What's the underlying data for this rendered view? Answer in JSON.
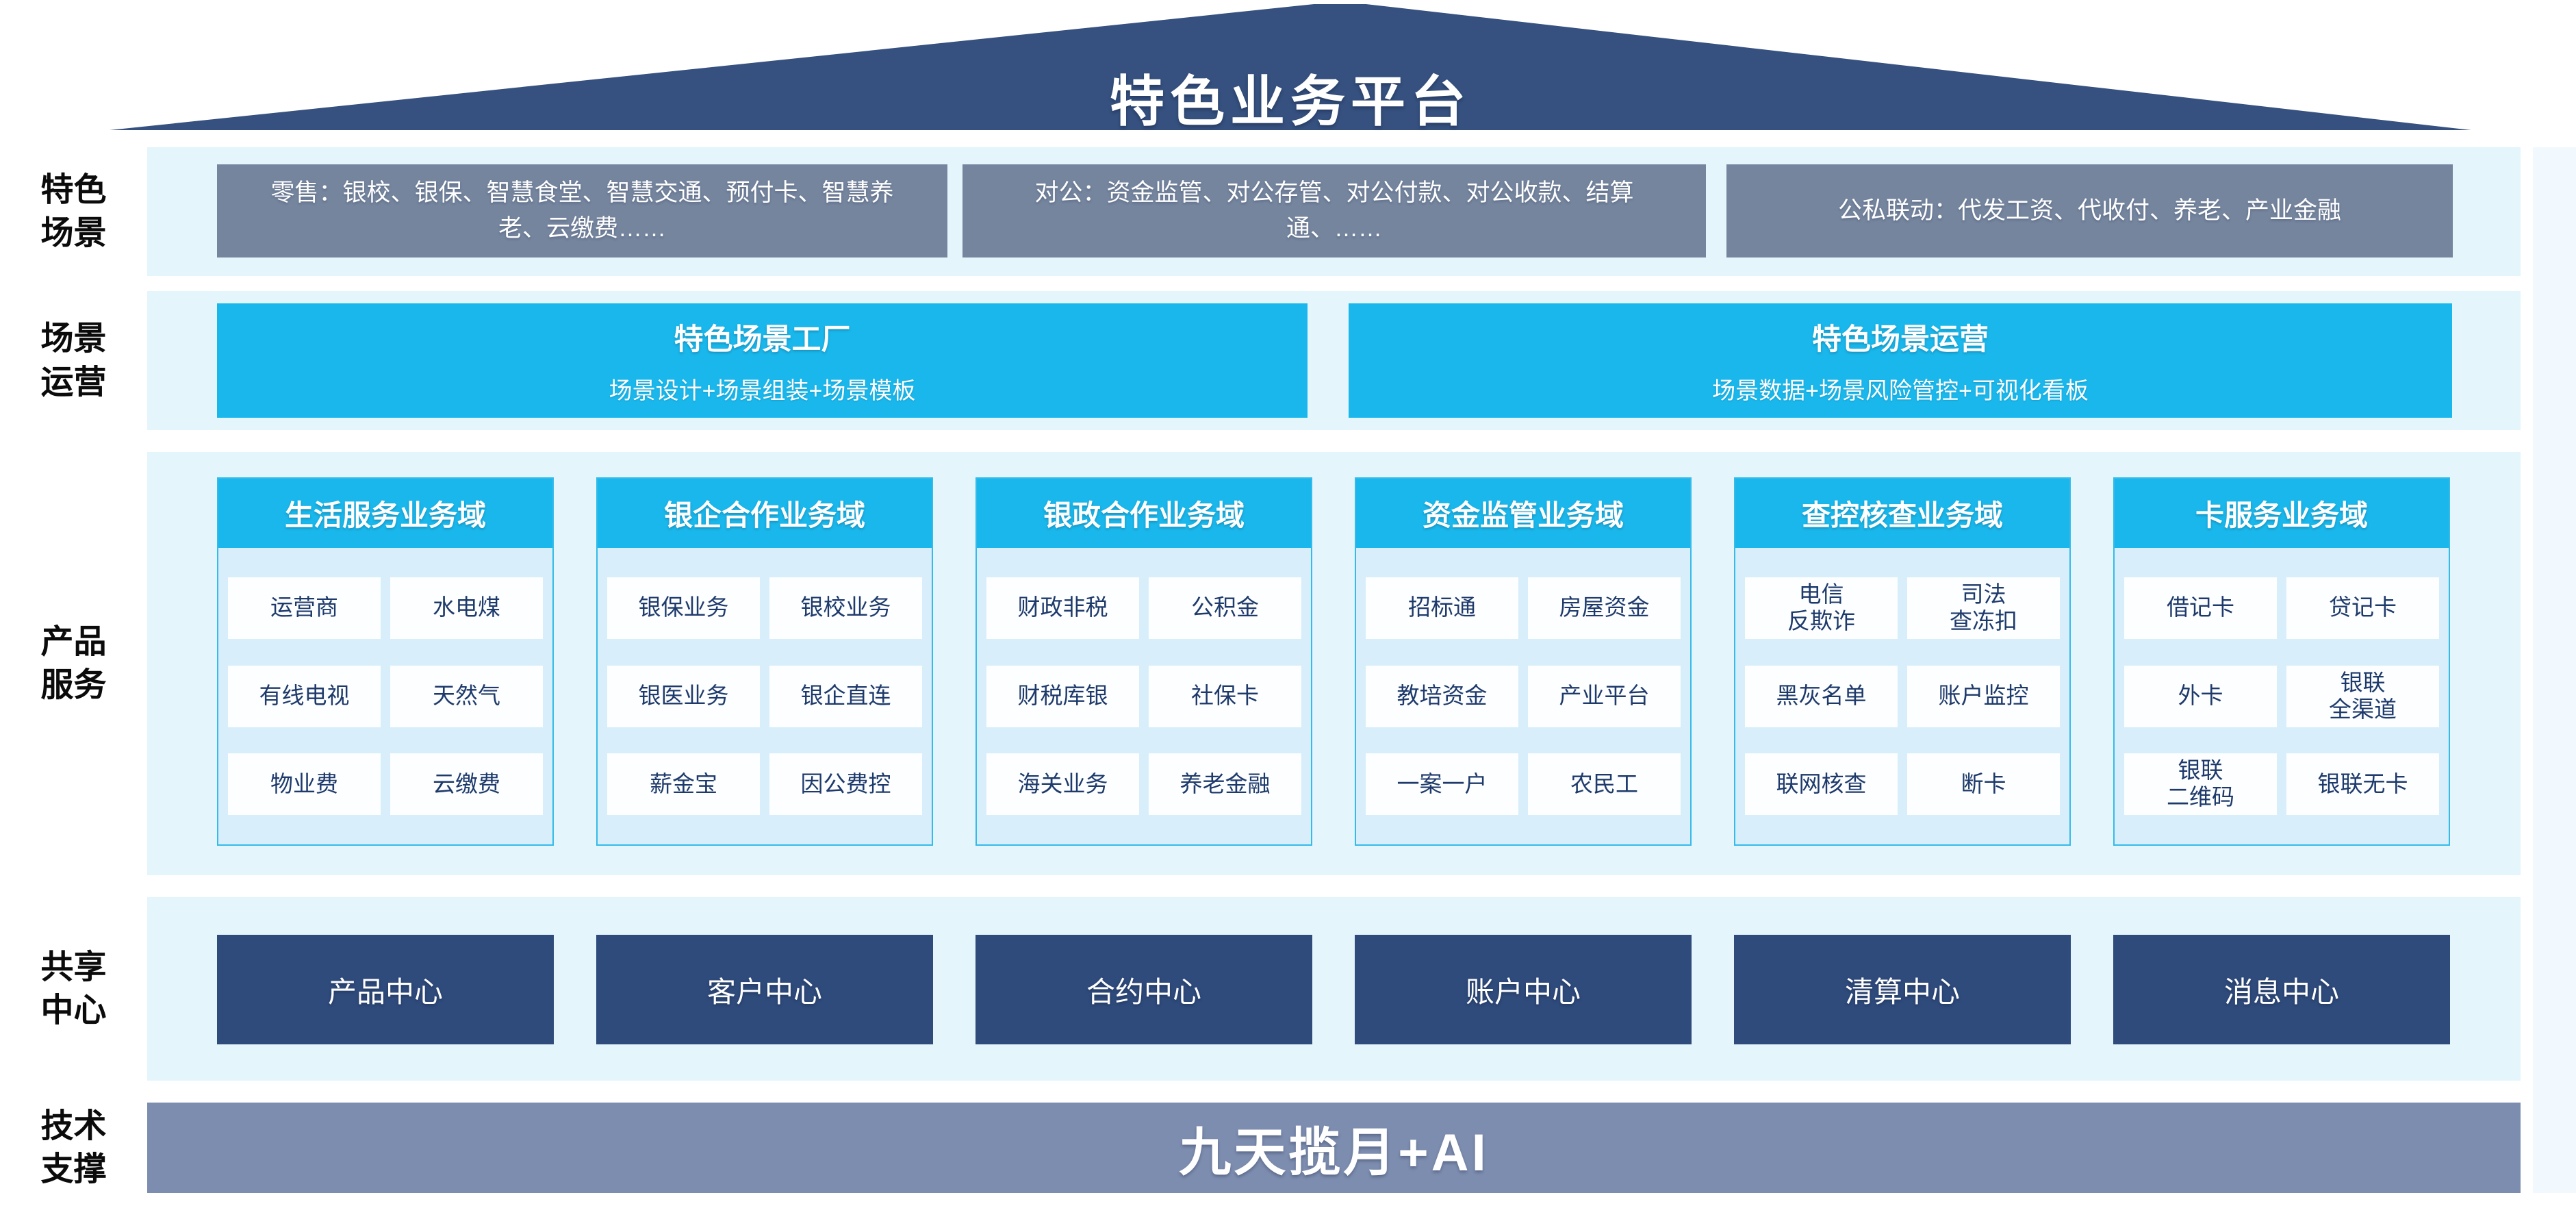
{
  "roof": {
    "title": "特色业务平台"
  },
  "colors": {
    "roof_navy": "#36517F",
    "band_light_blue": "#E4F5FC",
    "scenario_gray_blue": "#75859E",
    "accent_cyan": "#19B7EB",
    "column_body_blue": "#D8EEFA",
    "column_border_cyan": "#35BBE9",
    "cell_white": "#FCFEFF",
    "cell_text_navy": "#1E3A6B",
    "center_navy": "#2F4B7C",
    "tech_bar_gray_blue": "#7D8DAF"
  },
  "sections": {
    "scenes": {
      "label": "特色\n场景",
      "boxes": [
        "零售：银校、银保、智慧食堂、智慧交通、预付卡、智慧养老、云缴费……",
        "对公：资金监管、对公存管、对公付款、对公收款、结算通、……",
        "公私联动：代发工资、代收付、养老、产业金融"
      ]
    },
    "operations": {
      "label": "场景\n运营",
      "boxes": [
        {
          "title": "特色场景工厂",
          "subtitle": "场景设计+场景组装+场景模板"
        },
        {
          "title": "特色场景运营",
          "subtitle": "场景数据+场景风险管控+可视化看板"
        }
      ]
    },
    "products": {
      "label": "产品\n服务",
      "domains": [
        {
          "title": "生活服务业务域",
          "items": [
            "运营商",
            "水电煤",
            "有线电视",
            "天然气",
            "物业费",
            "云缴费"
          ]
        },
        {
          "title": "银企合作业务域",
          "items": [
            "银保业务",
            "银校业务",
            "银医业务",
            "银企直连",
            "薪金宝",
            "因公费控"
          ]
        },
        {
          "title": "银政合作业务域",
          "items": [
            "财政非税",
            "公积金",
            "财税库银",
            "社保卡",
            "海关业务",
            "养老金融"
          ]
        },
        {
          "title": "资金监管业务域",
          "items": [
            "招标通",
            "房屋资金",
            "教培资金",
            "产业平台",
            "一案一户",
            "农民工"
          ]
        },
        {
          "title": "查控核查业务域",
          "items": [
            "电信\n反欺诈",
            "司法\n查冻扣",
            "黑灰名单",
            "账户监控",
            "联网核查",
            "断卡"
          ]
        },
        {
          "title": "卡服务业务域",
          "items": [
            "借记卡",
            "贷记卡",
            "外卡",
            "银联\n全渠道",
            "银联\n二维码",
            "银联无卡"
          ]
        }
      ]
    },
    "centers": {
      "label": "共享\n中心",
      "boxes": [
        "产品中心",
        "客户中心",
        "合约中心",
        "账户中心",
        "清算中心",
        "消息中心"
      ]
    },
    "tech": {
      "label": "技术\n支撑",
      "text": "九天揽月+AI"
    }
  }
}
